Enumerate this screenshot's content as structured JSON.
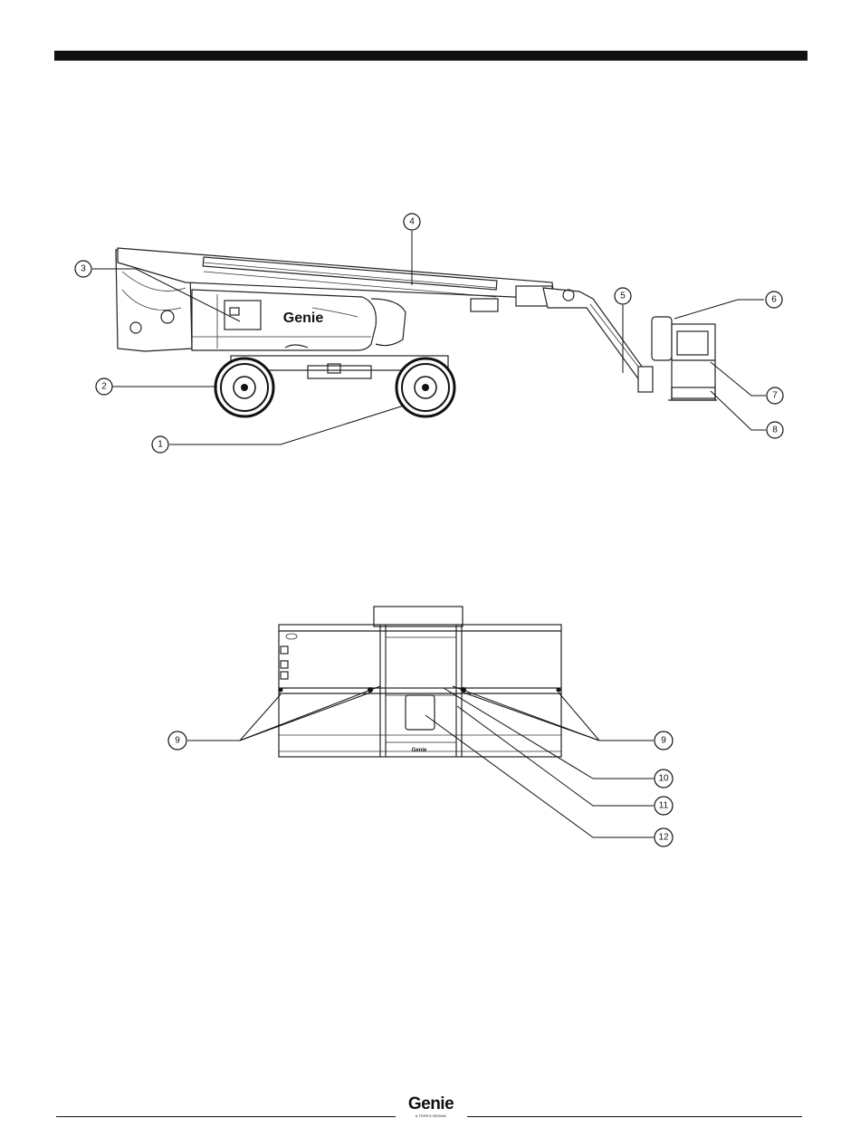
{
  "figure_side": {
    "logo": "Genie",
    "callouts": [
      "1",
      "2",
      "3",
      "4",
      "5",
      "6",
      "7",
      "8"
    ]
  },
  "figure_platform": {
    "logo": "Genie",
    "callouts": [
      "9",
      "9",
      "10",
      "11",
      "12"
    ]
  },
  "footer": {
    "logo": "Genie",
    "logo_sub": "A TEREX BRAND"
  }
}
